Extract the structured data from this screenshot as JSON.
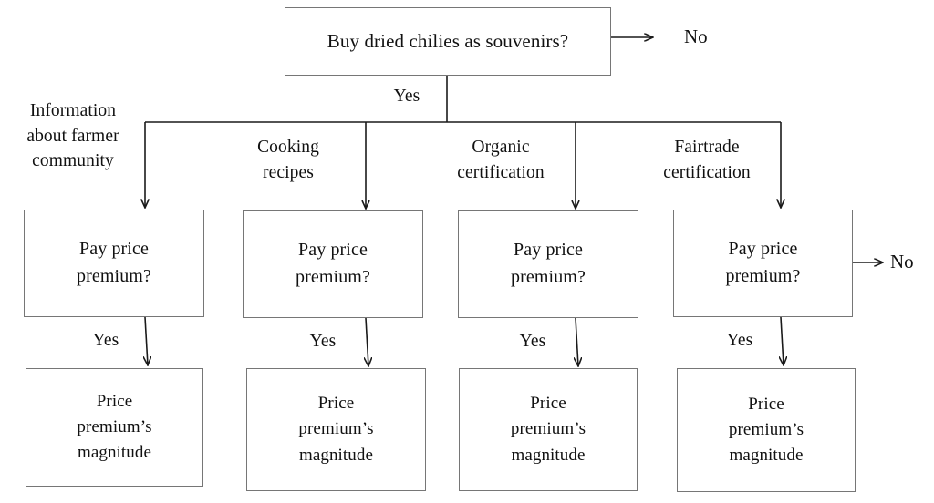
{
  "diagram": {
    "title_node": {
      "id": "buy-dried-chilies",
      "text": "Buy dried chilies as souvenirs?"
    },
    "root_no_label": "No",
    "root_yes_label": "Yes",
    "attribute_labels": [
      {
        "id": "information-about-farmer-community",
        "text": "Information\nabout farmer\ncommunity"
      },
      {
        "id": "cooking-recipes",
        "text": "Cooking\nrecipes"
      },
      {
        "id": "organic-certification",
        "text": "Organic\ncertification"
      },
      {
        "id": "fairtrade-certification",
        "text": "Fairtrade\ncertification"
      }
    ],
    "decision_nodes": [
      {
        "id": "pay-price-premium-1",
        "text": "Pay price\npremium?"
      },
      {
        "id": "pay-price-premium-2",
        "text": "Pay price\npremium?"
      },
      {
        "id": "pay-price-premium-3",
        "text": "Pay price\npremium?"
      },
      {
        "id": "pay-price-premium-4",
        "text": "Pay price\npremium?"
      }
    ],
    "decision_no_label": "No",
    "yes_labels": [
      "Yes",
      "Yes",
      "Yes",
      "Yes"
    ],
    "outcome_nodes": [
      {
        "id": "price-premium-magnitude-1",
        "text": "Price\npremium’s\nmagnitude"
      },
      {
        "id": "price-premium-magnitude-2",
        "text": "Price\npremium’s\nmagnitude"
      },
      {
        "id": "price-premium-magnitude-3",
        "text": "Price\npremium’s\nmagnitude"
      },
      {
        "id": "price-premium-magnitude-4",
        "text": "Price\npremium’s\nmagnitude"
      }
    ],
    "colors": {
      "box_border": "#767676",
      "line": "#1a1a1a",
      "text": "#111111",
      "background": "#ffffff"
    }
  }
}
